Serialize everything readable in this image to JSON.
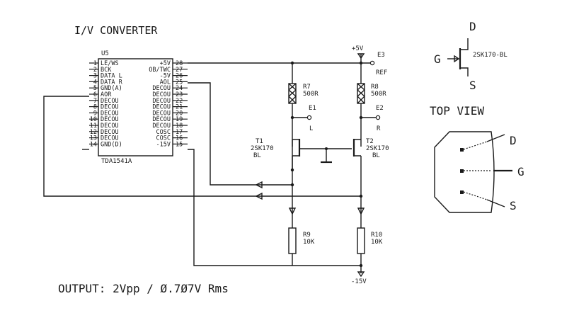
{
  "title": "I/V CONVERTER",
  "ic": {
    "ref": "U5",
    "part": "TDA1541A",
    "pins_left": [
      {
        "num": "1",
        "name": "LE/WS"
      },
      {
        "num": "2",
        "name": "BCK"
      },
      {
        "num": "3",
        "name": "DATA L"
      },
      {
        "num": "4",
        "name": "DATA R"
      },
      {
        "num": "5",
        "name": "GND(A)"
      },
      {
        "num": "6",
        "name": "AOR"
      },
      {
        "num": "7",
        "name": "DECOU"
      },
      {
        "num": "8",
        "name": "DECOU"
      },
      {
        "num": "9",
        "name": "DECOU"
      },
      {
        "num": "10",
        "name": "DECOU"
      },
      {
        "num": "11",
        "name": "DECOU"
      },
      {
        "num": "12",
        "name": "DECOU"
      },
      {
        "num": "13",
        "name": "DECOU"
      },
      {
        "num": "14",
        "name": "GND(D)"
      }
    ],
    "pins_right": [
      {
        "num": "28",
        "name": "+5V"
      },
      {
        "num": "27",
        "name": "OB/TWC"
      },
      {
        "num": "26",
        "name": "-5V"
      },
      {
        "num": "25",
        "name": "AOL"
      },
      {
        "num": "24",
        "name": "DECOU"
      },
      {
        "num": "23",
        "name": "DECOU"
      },
      {
        "num": "22",
        "name": "DECOU"
      },
      {
        "num": "21",
        "name": "DECOU"
      },
      {
        "num": "20",
        "name": "DECOU"
      },
      {
        "num": "19",
        "name": "DECOU"
      },
      {
        "num": "18",
        "name": "DECOU"
      },
      {
        "num": "17",
        "name": "COSC"
      },
      {
        "num": "16",
        "name": "COSC"
      },
      {
        "num": "15",
        "name": "-15V"
      }
    ]
  },
  "rails": {
    "pos": "+5V",
    "neg": "-15V"
  },
  "components": {
    "r7": {
      "ref": "R7",
      "value": "500R"
    },
    "r8": {
      "ref": "R8",
      "value": "500R"
    },
    "r9": {
      "ref": "R9",
      "value": "10K"
    },
    "r10": {
      "ref": "R10",
      "value": "10K"
    },
    "t1": {
      "ref": "T1",
      "part": "2SK170",
      "grade": "BL"
    },
    "t2": {
      "ref": "T2",
      "part": "2SK170",
      "grade": "BL"
    }
  },
  "terminals": {
    "e1": {
      "ref": "E1",
      "label": "L"
    },
    "e2": {
      "ref": "E2",
      "label": "R"
    },
    "e3": {
      "ref": "E3",
      "label": "REF"
    }
  },
  "symbol": {
    "part": "2SK170-BL",
    "d": "D",
    "g": "G",
    "s": "S"
  },
  "top_view": {
    "title": "TOP VIEW",
    "d": "D",
    "g": "G",
    "s": "S"
  },
  "output": "OUTPUT:  2Vpp  /  Ø.7Ø7V Rms"
}
